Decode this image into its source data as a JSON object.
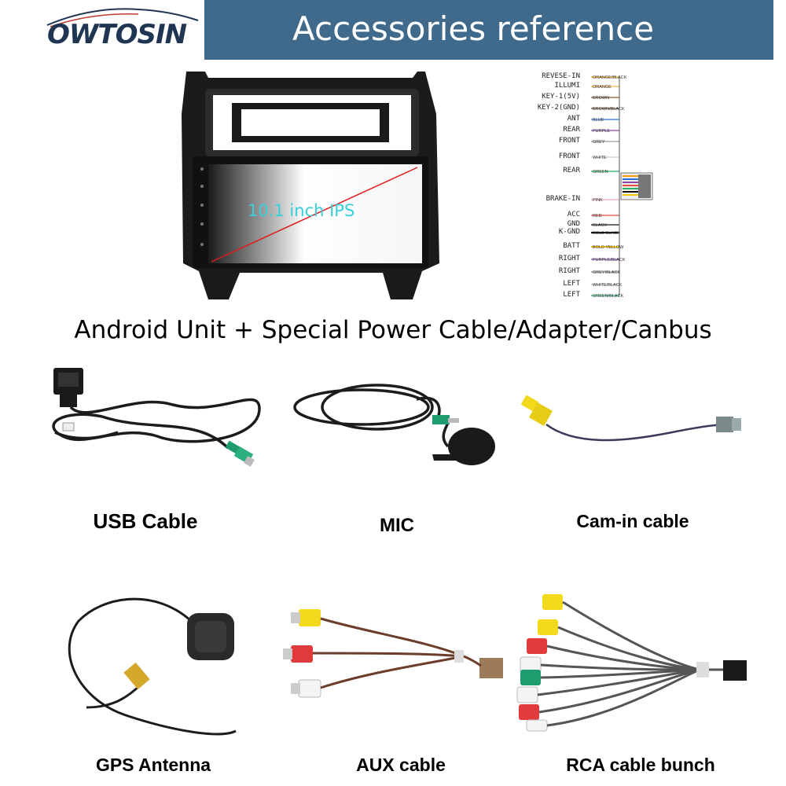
{
  "header": {
    "brand": "OWTOSIN",
    "title": "Accessories reference"
  },
  "head_unit": {
    "screen_label": "10.1 inch IPS"
  },
  "wiring": {
    "labels": [
      "REVESE-IN",
      "ILLUMI",
      "KEY-1(5V)",
      "KEY-2(GND)",
      "ANT",
      "REAR",
      "FRONT",
      "FRONT",
      "REAR",
      "BRAKE-IN",
      "ACC",
      "GND",
      "K-GND",
      "BATT",
      "RIGHT",
      "RIGHT",
      "LEFT",
      "LEFT"
    ],
    "colors": [
      "ORANGE/BLACK",
      "ORANGE",
      "BROWN",
      "BROWN/BLACK",
      "BLUE",
      "PURPLE",
      "GREY",
      "WHITE",
      "GREEN",
      "PINK",
      "RED",
      "BLACK",
      "BOLD BLACK",
      "BOLD YELLOW",
      "PURPLE/BLACK",
      "GREY/BLACK",
      "WHITE/BLACK",
      "GREEN/BLACK"
    ]
  },
  "main_caption": "Android Unit + Special Power Cable/Adapter/Canbus",
  "items": [
    {
      "label": "USB Cable"
    },
    {
      "label": "MIC"
    },
    {
      "label": "Cam-in cable"
    },
    {
      "label": "GPS Antenna"
    },
    {
      "label": "AUX cable"
    },
    {
      "label": "RCA cable bunch"
    }
  ],
  "colors": {
    "banner": "#3f6a8c",
    "rca_yellow": "#f2d91c",
    "rca_red": "#e23b3b",
    "rca_white": "#f4f4f4",
    "rca_green": "#1f9c6e"
  }
}
